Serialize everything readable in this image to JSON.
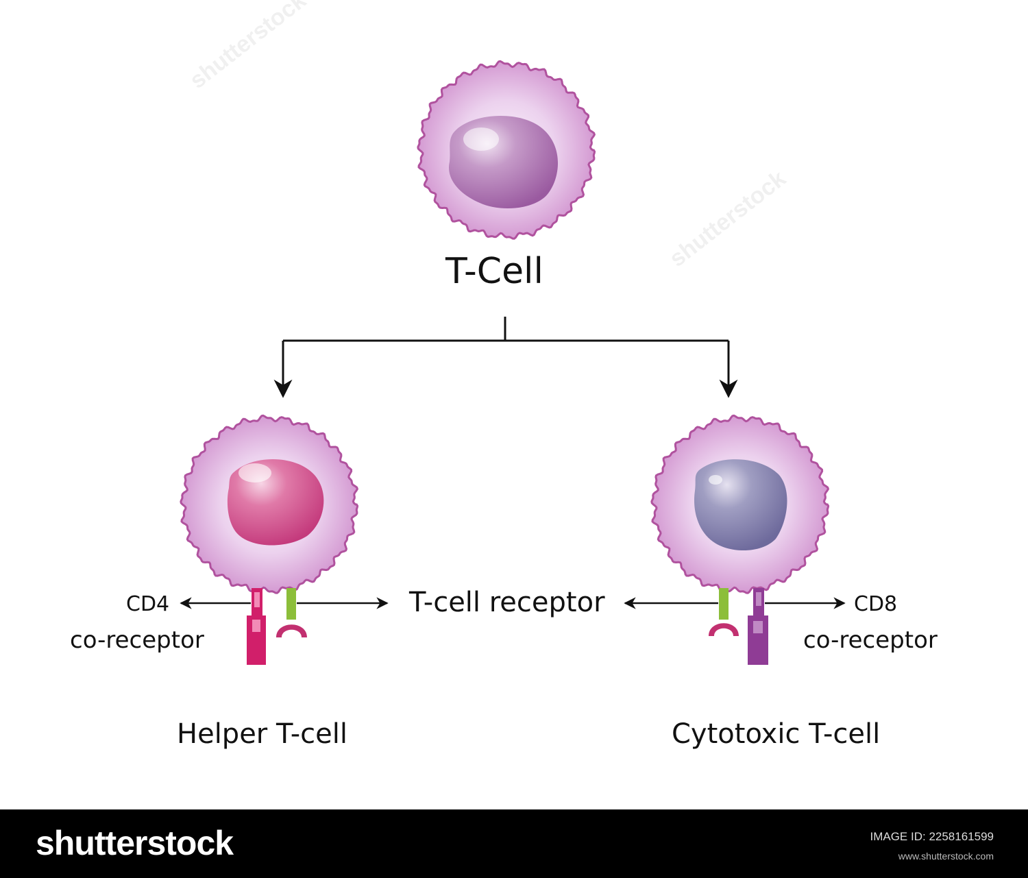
{
  "diagram": {
    "top_cell_label": "T-Cell",
    "left_cell_label": "Helper T-cell",
    "right_cell_label": "Cytotoxic T-cell",
    "cd4_label": "CD4",
    "cd4_sub_label": "co-receptor",
    "cd8_label": "CD8",
    "cd8_sub_label": "co-receptor",
    "receptor_label": "T-cell receptor"
  },
  "watermark": {
    "text": "shutterstock"
  },
  "footer": {
    "logo_text": "shutterstock",
    "image_id_label": "IMAGE ID: 2258161599",
    "site": "www.shutterstock.com"
  },
  "colors": {
    "cell_membrane": "#b0529e",
    "cytoplasm_outer": "#d89fd4",
    "cytoplasm_inner": "#f4e6f6",
    "top_nucleus": "#a968ad",
    "helper_nucleus": "#cc4a86",
    "cytotoxic_nucleus": "#7a76a6",
    "cd4_receptor": "#d11f6a",
    "cd8_receptor": "#8f3c95",
    "tcr_green": "#8cbe3a",
    "footer_bg": "#000000"
  }
}
